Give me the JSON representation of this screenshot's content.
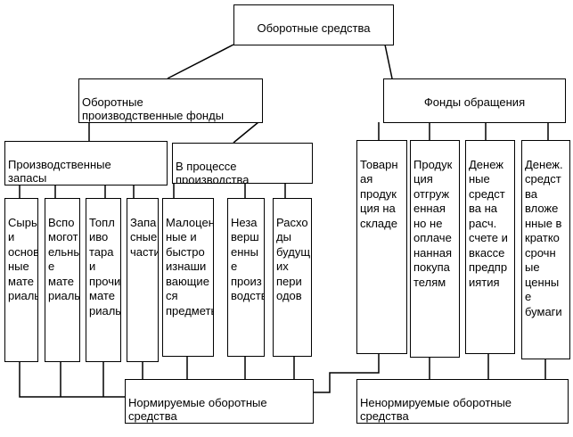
{
  "diagram": {
    "root": "Оборотные средства",
    "production_funds": "Оборотные\nпроизводственные фонды",
    "circulation_funds": "Фонды обращения",
    "production_stocks": "Производственные\nзапасы",
    "in_production": "В процессе\nпроизводства",
    "leaves_left": [
      "Сырье и\nоснов\nные\nмате\nриалы",
      "Вспо\nмогот\nельны\nе\nмате\nриалы",
      "Топл\nиво\nтара\nи\nпрочие\nмате\nриалы",
      "Запа\nсные\nчасти",
      "Малоцен\nные и\nбыстро\nизнаши\nвающие\nся\nпредметы",
      "Неза\nверш\nенны\nе\nпроиз\nводство",
      "Расхо\nды\nбудущ\nих\nпери\nодов"
    ],
    "leaves_right": [
      "Товарн\nая\nпродук\nция на\nскладе",
      "Продук\nция\nотгруж\nенная\nно не\nоплаче\nнанная\nпокупа\nтелям",
      "Денеж\nные\nсредст\nва на\nрасч.\nсчете и\nвкассе\nпредпр\nиятия",
      "Денеж.\nсредст\nва\nвложе\nнные в\nкратко\nсрочн\nые\nценны\nе\nбумаги"
    ],
    "normalized": "Нормируемые оборотные\nсредства",
    "non_normalized": "Ненормируемые оборотные\nсредства"
  }
}
